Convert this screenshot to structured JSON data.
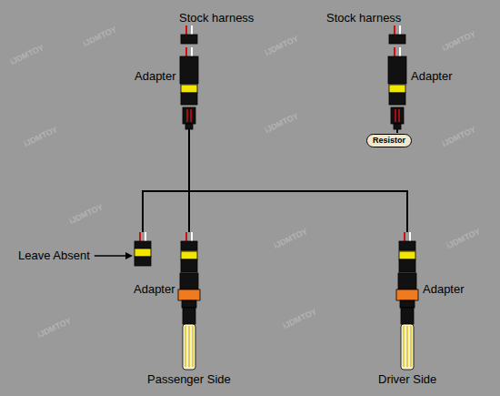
{
  "diagram": {
    "nodes": [
      {
        "text": [
          "Resistor"
        ]
      }
    ],
    "labels": [
      "Stock harness",
      "Stock harness",
      "Adapter",
      "Adapter",
      "Leave Absent",
      "Adapter",
      "Adapter",
      "Passenger Side",
      "Driver Side",
      "iJDMTOY",
      "iJDMTOY",
      "iJDMTOY",
      "iJDMTOY",
      "iJDMTOY",
      "iJDMTOY",
      "iJDMTOY",
      "iJDMTOY",
      "iJDMTOY",
      "iJDMTOY",
      "iJDMTOY",
      "iJDMTOY"
    ]
  }
}
